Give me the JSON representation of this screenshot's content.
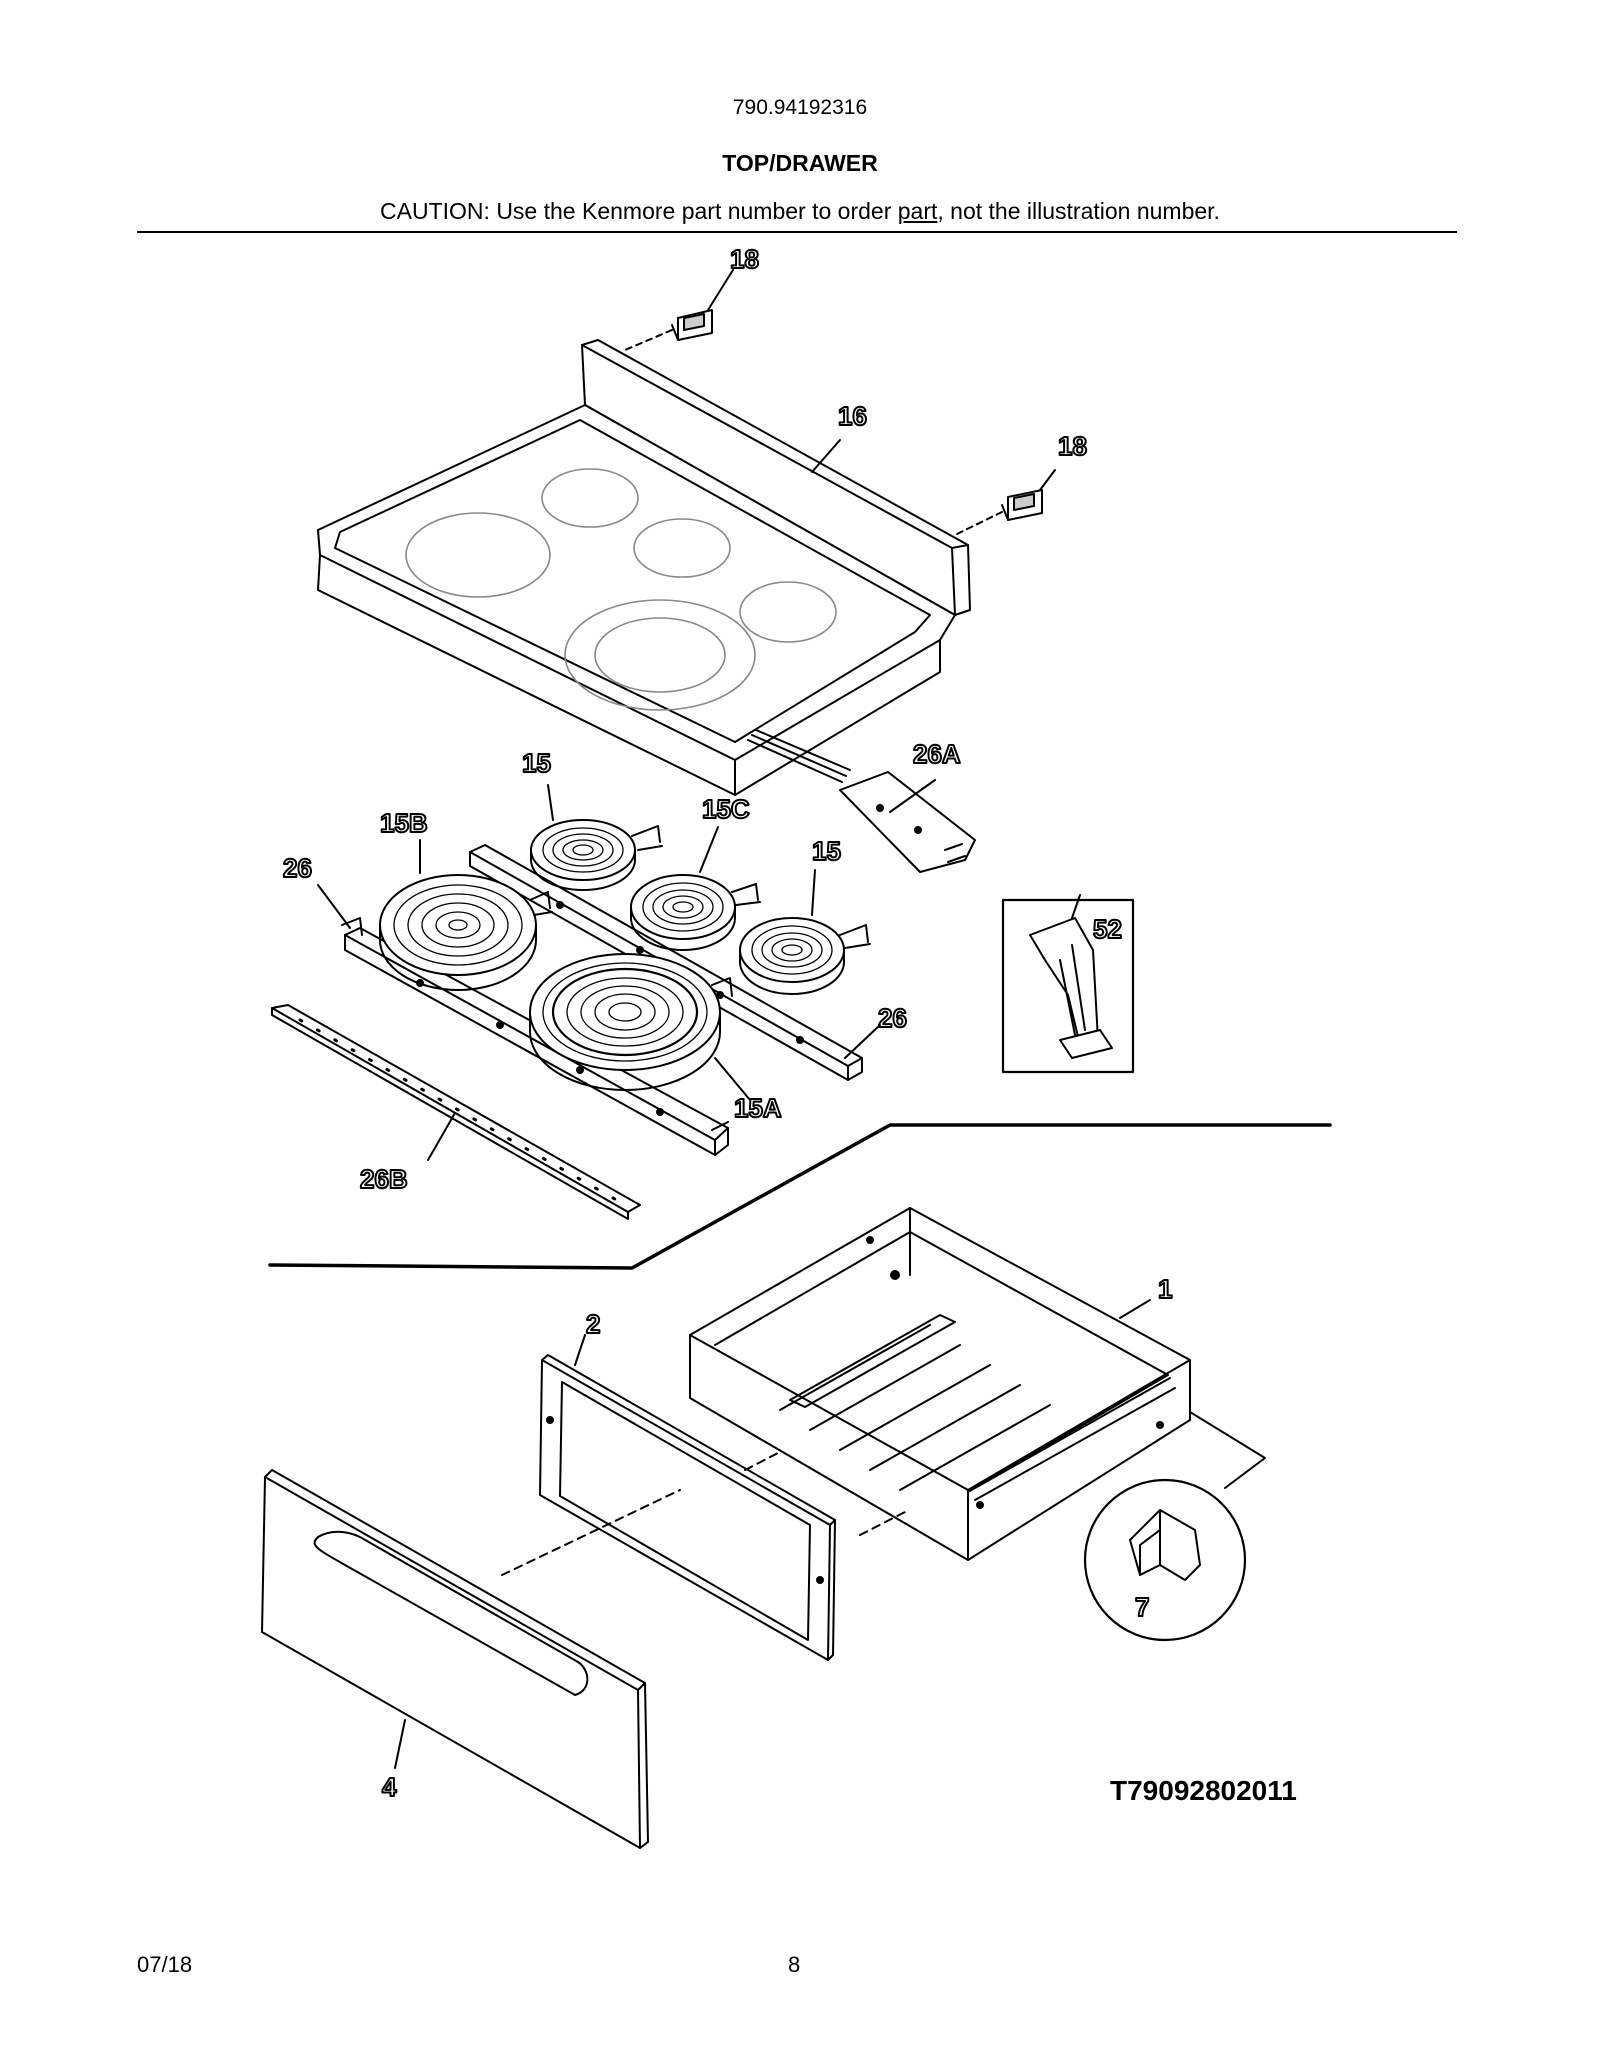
{
  "header": {
    "model_number": "790.94192316",
    "section_title": "TOP/DRAWER",
    "caution_prefix": "CAUTION: Use the Kenmore part number to order ",
    "caution_link": "part",
    "caution_suffix": ", not the illustration number."
  },
  "callouts": {
    "c18a": "18",
    "c16": "16",
    "c18b": "18",
    "c26A": "26A",
    "c15a": "15",
    "c15B": "15B",
    "c15C": "15C",
    "c15b": "15",
    "c26a": "26",
    "c52": "52",
    "c26b": "26",
    "c15A": "15A",
    "c26B": "26B",
    "c1": "1",
    "c2": "2",
    "c7": "7",
    "c4": "4"
  },
  "drawing_id": "T79092802011",
  "footer": {
    "date": "07/18",
    "page": "8"
  }
}
